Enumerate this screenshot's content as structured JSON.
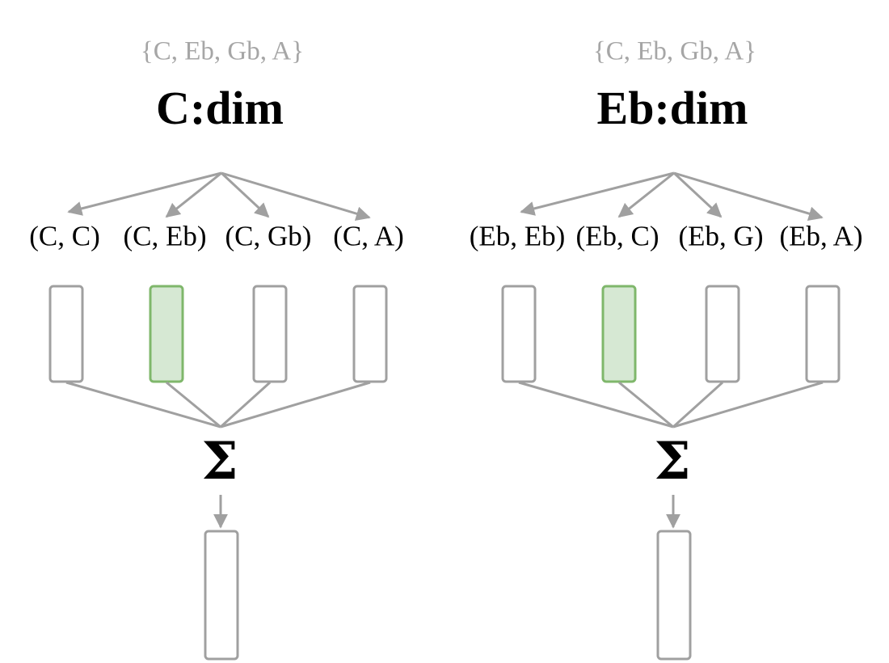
{
  "colors": {
    "line": "#a0a0a0",
    "box_border": "#a0a0a0",
    "highlight_border": "#7fb76b",
    "highlight_fill": "#d6e8d3",
    "set_text": "#a6a6a6",
    "text": "#000000"
  },
  "panels": [
    {
      "set": "{C, Eb, Gb, A}",
      "title": "C:dim",
      "pairs": [
        "(C, C)",
        "(C, Eb)",
        "(C, Gb)",
        "(C, A)"
      ],
      "highlighted_index": 1,
      "sum_symbol": "Σ"
    },
    {
      "set": "{C, Eb, Gb, A}",
      "title": "Eb:dim",
      "pairs": [
        "(Eb, Eb)",
        "(Eb, C)",
        "(Eb, G)",
        "(Eb, A)"
      ],
      "highlighted_index": 1,
      "sum_symbol": "Σ"
    }
  ]
}
